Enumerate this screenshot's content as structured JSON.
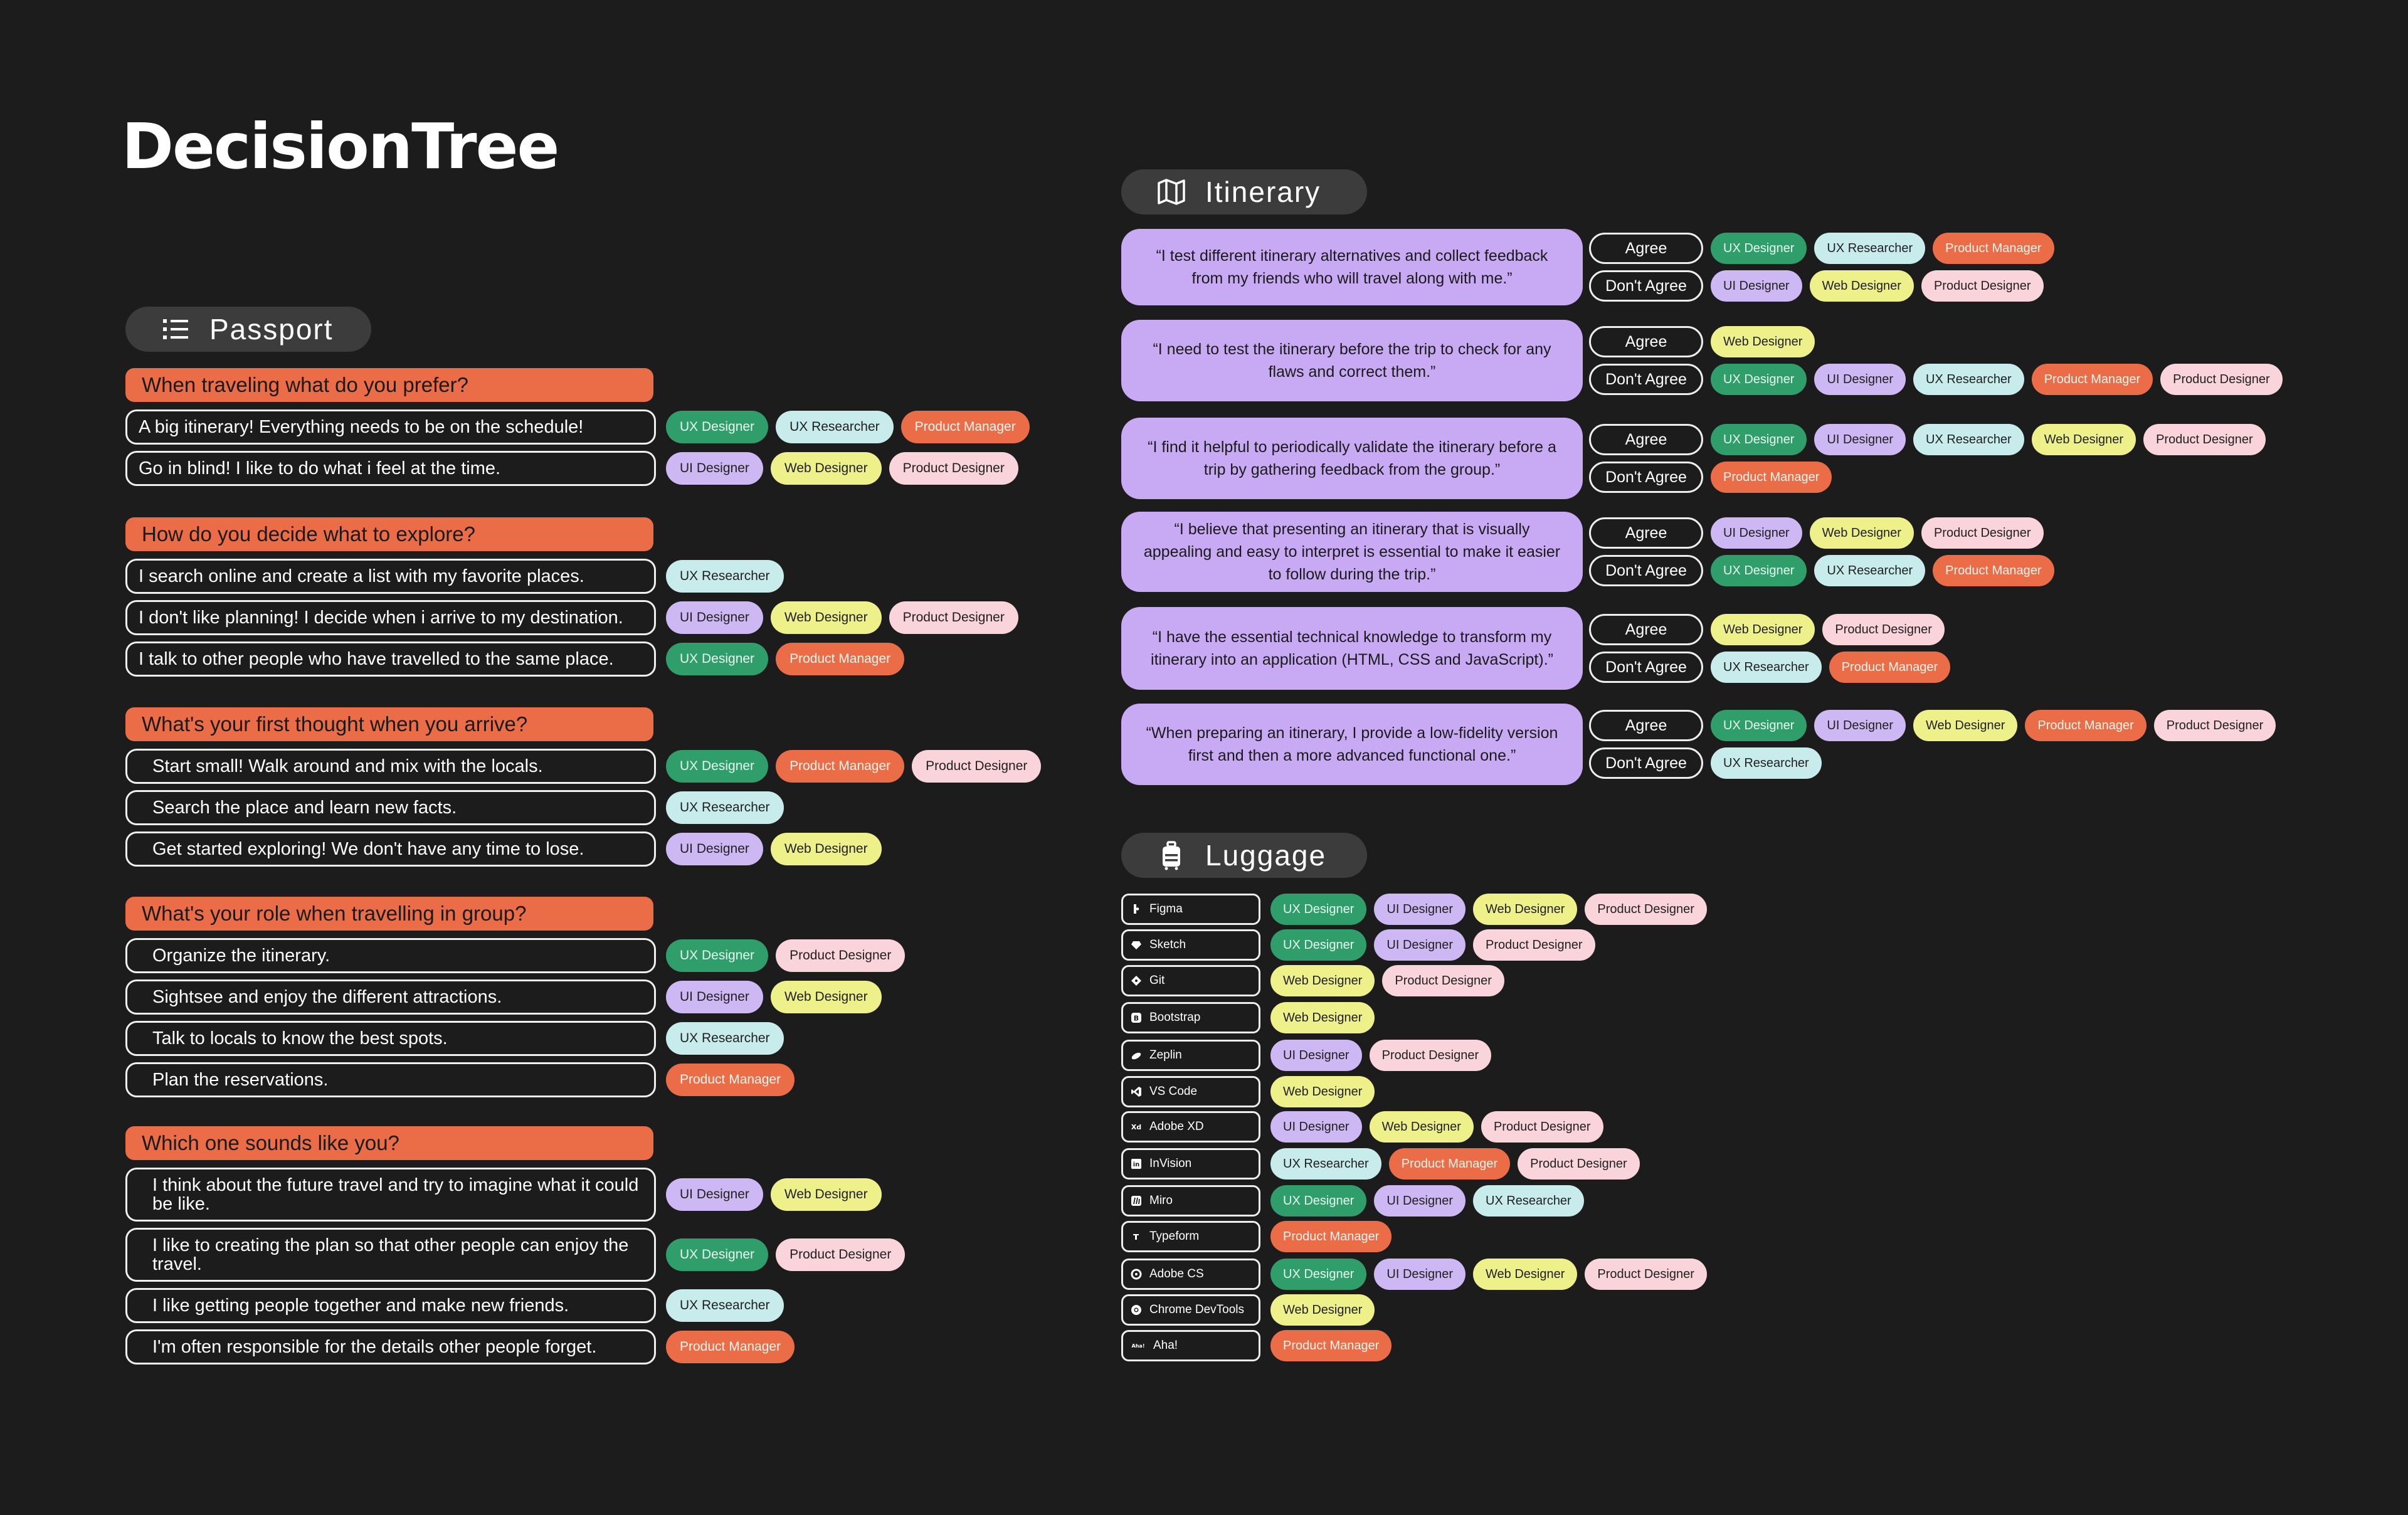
{
  "title": "DecisionTree",
  "sections": {
    "passport": {
      "label": "Passport",
      "icon": "list-icon"
    },
    "itinerary": {
      "label": "Itinerary",
      "icon": "map-icon"
    },
    "luggage": {
      "label": "Luggage",
      "icon": "suitcase-icon"
    }
  },
  "roles": {
    "uxd": "UX Designer",
    "uxr": "UX Researcher",
    "pm": "Product Manager",
    "uid": "UI Designer",
    "wd": "Web Designer",
    "pd": "Product Designer"
  },
  "colors": {
    "background": "#1c1c1c",
    "question": "#ea6d47",
    "quote": "#c8aaf4",
    "ux_designer": "#2f9e6a",
    "ux_researcher": "#c8ecec",
    "product_manager": "#ea6d47",
    "ui_designer": "#cdb8f4",
    "web_designer": "#eef08a",
    "product_designer": "#f9d4db"
  },
  "passport": [
    {
      "question": "When traveling what do you prefer?",
      "answers": [
        {
          "text": "A big itinerary! Everything needs to be on the schedule!",
          "tags": [
            "UX Designer",
            "UX Researcher",
            "Product Manager"
          ]
        },
        {
          "text": "Go in blind! I like to do what i feel at the time.",
          "tags": [
            "UI Designer",
            "Web Designer",
            "Product Designer"
          ]
        }
      ]
    },
    {
      "question": "How do you decide what to explore?",
      "answers": [
        {
          "text": "I search online and create a list with my favorite places.",
          "tags": [
            "UX Researcher"
          ]
        },
        {
          "text": "I don't like planning! I decide when i arrive to my destination.",
          "tags": [
            "UI Designer",
            "Web Designer",
            "Product Designer"
          ]
        },
        {
          "text": "I talk to other people who have travelled to the same place.",
          "tags": [
            "UX Designer",
            "Product Manager"
          ]
        }
      ]
    },
    {
      "question": "What's your first thought when you arrive?",
      "answers": [
        {
          "text": "Start small! Walk around and mix with the locals.",
          "tags": [
            "UX Designer",
            "Product Manager",
            "Product Designer"
          ]
        },
        {
          "text": "Search the place and learn new facts.",
          "tags": [
            "UX Researcher"
          ]
        },
        {
          "text": "Get started exploring! We don't have any time to lose.",
          "tags": [
            "UI Designer",
            "Web Designer"
          ]
        }
      ]
    },
    {
      "question": "What's your role when travelling in group?",
      "answers": [
        {
          "text": "Organize the itinerary.",
          "tags": [
            "UX Designer",
            "Product Designer"
          ]
        },
        {
          "text": "Sightsee and enjoy the different attractions.",
          "tags": [
            "UI Designer",
            "Web Designer"
          ]
        },
        {
          "text": "Talk to locals to know the best spots.",
          "tags": [
            "UX Researcher"
          ]
        },
        {
          "text": "Plan the reservations.",
          "tags": [
            "Product Manager"
          ]
        }
      ]
    },
    {
      "question": "Which one sounds like you?",
      "answers": [
        {
          "text": "I think about the future travel and try to imagine what it could be like.",
          "tags": [
            "UI Designer",
            "Web Designer"
          ]
        },
        {
          "text": "I like to creating the plan so that other people can enjoy the travel.",
          "tags": [
            "UX Designer",
            "Product Designer"
          ]
        },
        {
          "text": "I like getting people together and make new friends.",
          "tags": [
            "UX Researcher"
          ]
        },
        {
          "text": "I'm often responsible for the details other people forget.",
          "tags": [
            "Product Manager"
          ]
        }
      ]
    }
  ],
  "itinerary": [
    {
      "quote": "“I test different itinerary alternatives and collect feedback from my friends who will travel along with me.”",
      "agree": {
        "label": "Agree",
        "tags": [
          "UX Designer",
          "UX Researcher",
          "Product Manager"
        ]
      },
      "disagree": {
        "label": "Don't Agree",
        "tags": [
          "UI Designer",
          "Web Designer",
          "Product Designer"
        ]
      }
    },
    {
      "quote": "“I need to test the itinerary before the trip to check for any flaws and correct them.”",
      "agree": {
        "label": "Agree",
        "tags": [
          "Web Designer"
        ]
      },
      "disagree": {
        "label": "Don't Agree",
        "tags": [
          "UX Designer",
          "UI Designer",
          "UX Researcher",
          "Product Manager",
          "Product Designer"
        ]
      }
    },
    {
      "quote": "“I find it helpful to periodically validate the itinerary before a trip by gathering feedback from the group.”",
      "agree": {
        "label": "Agree",
        "tags": [
          "UX Designer",
          "UI Designer",
          "UX Researcher",
          "Web Designer",
          "Product Designer"
        ]
      },
      "disagree": {
        "label": "Don't Agree",
        "tags": [
          "Product Manager"
        ]
      }
    },
    {
      "quote": "“I believe that presenting an itinerary that is visually appealing and easy to interpret is essential to make it easier to follow during the trip.”",
      "agree": {
        "label": "Agree",
        "tags": [
          "UI Designer",
          "Web Designer",
          "Product Designer"
        ]
      },
      "disagree": {
        "label": "Don't Agree",
        "tags": [
          "UX Designer",
          "UX Researcher",
          "Product Manager"
        ]
      }
    },
    {
      "quote": "“I have the essential technical knowledge to transform my itinerary into an application (HTML, CSS and JavaScript).”",
      "agree": {
        "label": "Agree",
        "tags": [
          "Web Designer",
          "Product Designer"
        ]
      },
      "disagree": {
        "label": "Don't Agree",
        "tags": [
          "UX Researcher",
          "Product Manager"
        ]
      }
    },
    {
      "quote": "“When preparing an itinerary, I provide a low-fidelity version first and then a more advanced functional one.”",
      "agree": {
        "label": "Agree",
        "tags": [
          "UX Designer",
          "UI Designer",
          "Web Designer",
          "Product Manager",
          "Product Designer"
        ]
      },
      "disagree": {
        "label": "Don't Agree",
        "tags": [
          "UX Researcher"
        ]
      }
    }
  ],
  "luggage": [
    {
      "tool": "Figma",
      "icon": "figma-icon",
      "tags": [
        "UX Designer",
        "UI Designer",
        "Web Designer",
        "Product Designer"
      ]
    },
    {
      "tool": "Sketch",
      "icon": "sketch-icon",
      "tags": [
        "UX Designer",
        "UI Designer",
        "Product Designer"
      ]
    },
    {
      "tool": "Git",
      "icon": "git-icon",
      "tags": [
        "Web Designer",
        "Product Designer"
      ]
    },
    {
      "tool": "Bootstrap",
      "icon": "bootstrap-icon",
      "tags": [
        "Web Designer"
      ]
    },
    {
      "tool": "Zeplin",
      "icon": "zeplin-icon",
      "tags": [
        "UI Designer",
        "Product Designer"
      ]
    },
    {
      "tool": "VS Code",
      "icon": "vscode-icon",
      "tags": [
        "Web Designer"
      ]
    },
    {
      "tool": "Adobe XD",
      "icon": "adobe-xd-icon",
      "tags": [
        "UI Designer",
        "Web Designer",
        "Product Designer"
      ]
    },
    {
      "tool": "InVision",
      "icon": "invision-icon",
      "tags": [
        "UX Researcher",
        "Product Manager",
        "Product Designer"
      ]
    },
    {
      "tool": "Miro",
      "icon": "miro-icon",
      "tags": [
        "UX Designer",
        "UI Designer",
        "UX Researcher"
      ]
    },
    {
      "tool": "Typeform",
      "icon": "typeform-icon",
      "tags": [
        "Product Manager"
      ]
    },
    {
      "tool": "Adobe CS",
      "icon": "adobe-cs-icon",
      "tags": [
        "UX Designer",
        "UI Designer",
        "Web Designer",
        "Product Designer"
      ]
    },
    {
      "tool": "Chrome DevTools",
      "icon": "chrome-icon",
      "tags": [
        "Web Designer"
      ]
    },
    {
      "tool": "Aha!",
      "icon": "aha-icon",
      "tags": [
        "Product Manager"
      ]
    }
  ]
}
